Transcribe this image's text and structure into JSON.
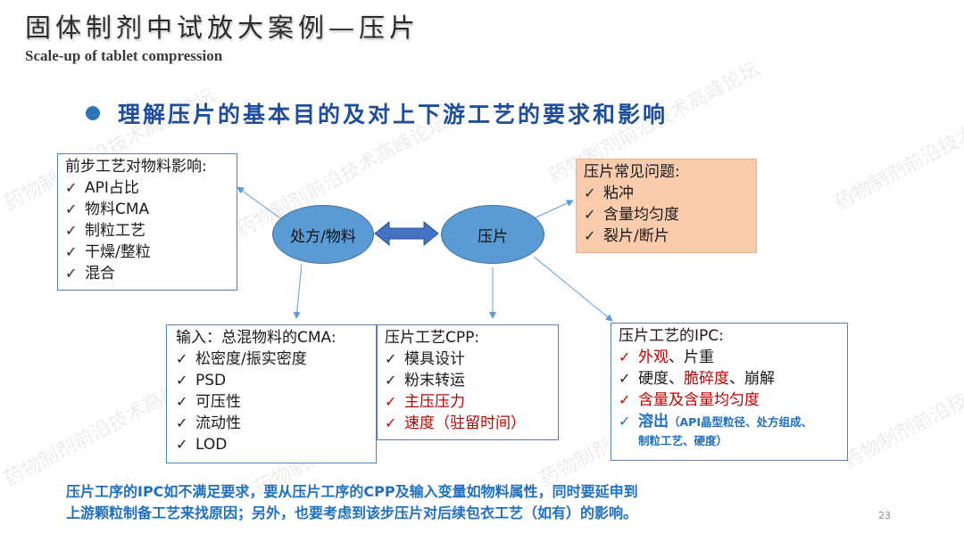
{
  "slide": {
    "title": "固体制剂中试放大案例—压片",
    "subtitle": "Scale-up of tablet compression",
    "headline": "理解压片的基本目的及对上下游工艺的要求和影响",
    "page_number": "23",
    "watermark": "药物制剂前沿技术高峰论坛"
  },
  "nodes": {
    "formulation": "处方/物料",
    "compression": "压片"
  },
  "boxes": {
    "upstream": {
      "title": "前步工艺对物料影响:",
      "items": [
        "API占比",
        "物料CMA",
        "制粒工艺",
        "干燥/整粒",
        "混合"
      ]
    },
    "problems": {
      "title": "压片常见问题:",
      "items": [
        "粘冲",
        "含量均匀度",
        "裂片/断片"
      ]
    },
    "inputs": {
      "title": "输入：总混物料的CMA:",
      "items": [
        "松密度/振实密度",
        "PSD",
        "可压性",
        "流动性",
        "LOD"
      ]
    },
    "cpp": {
      "title": "压片工艺CPP:",
      "items": [
        {
          "text": "模具设计",
          "red": false
        },
        {
          "text": "粉末转运",
          "red": false
        },
        {
          "text": "主压压力",
          "red": true
        },
        {
          "text": "速度（驻留时间）",
          "red": true
        }
      ]
    },
    "ipc": {
      "title": "压片工艺的IPC:",
      "row1_red": "外观",
      "row1_rest": "、片重",
      "row2_a": "硬度、",
      "row2_red": "脆碎度",
      "row2_b": "、崩解",
      "row3_red": "含量及含量均匀度",
      "row4_main": "溶出",
      "row4_note": "（API晶型粒径、处方组成、",
      "row5_note": "制粒工艺、硬度）"
    }
  },
  "footnote": {
    "line1": "压片工序的IPC如不满足要求，要从压片工序的CPP及输入变量如物料属性，同时要延申到",
    "line2": "上游颗粒制备工艺来找原因；另外，也要考虑到该步压片对后续包衣工艺（如有）的影响。"
  },
  "colors": {
    "accent_blue": "#2e75b6",
    "ellipse_fill": "#5b9bd5",
    "problem_fill": "#f8cbad",
    "highlight_red": "#c00000",
    "note_blue": "#1f6fc0"
  }
}
